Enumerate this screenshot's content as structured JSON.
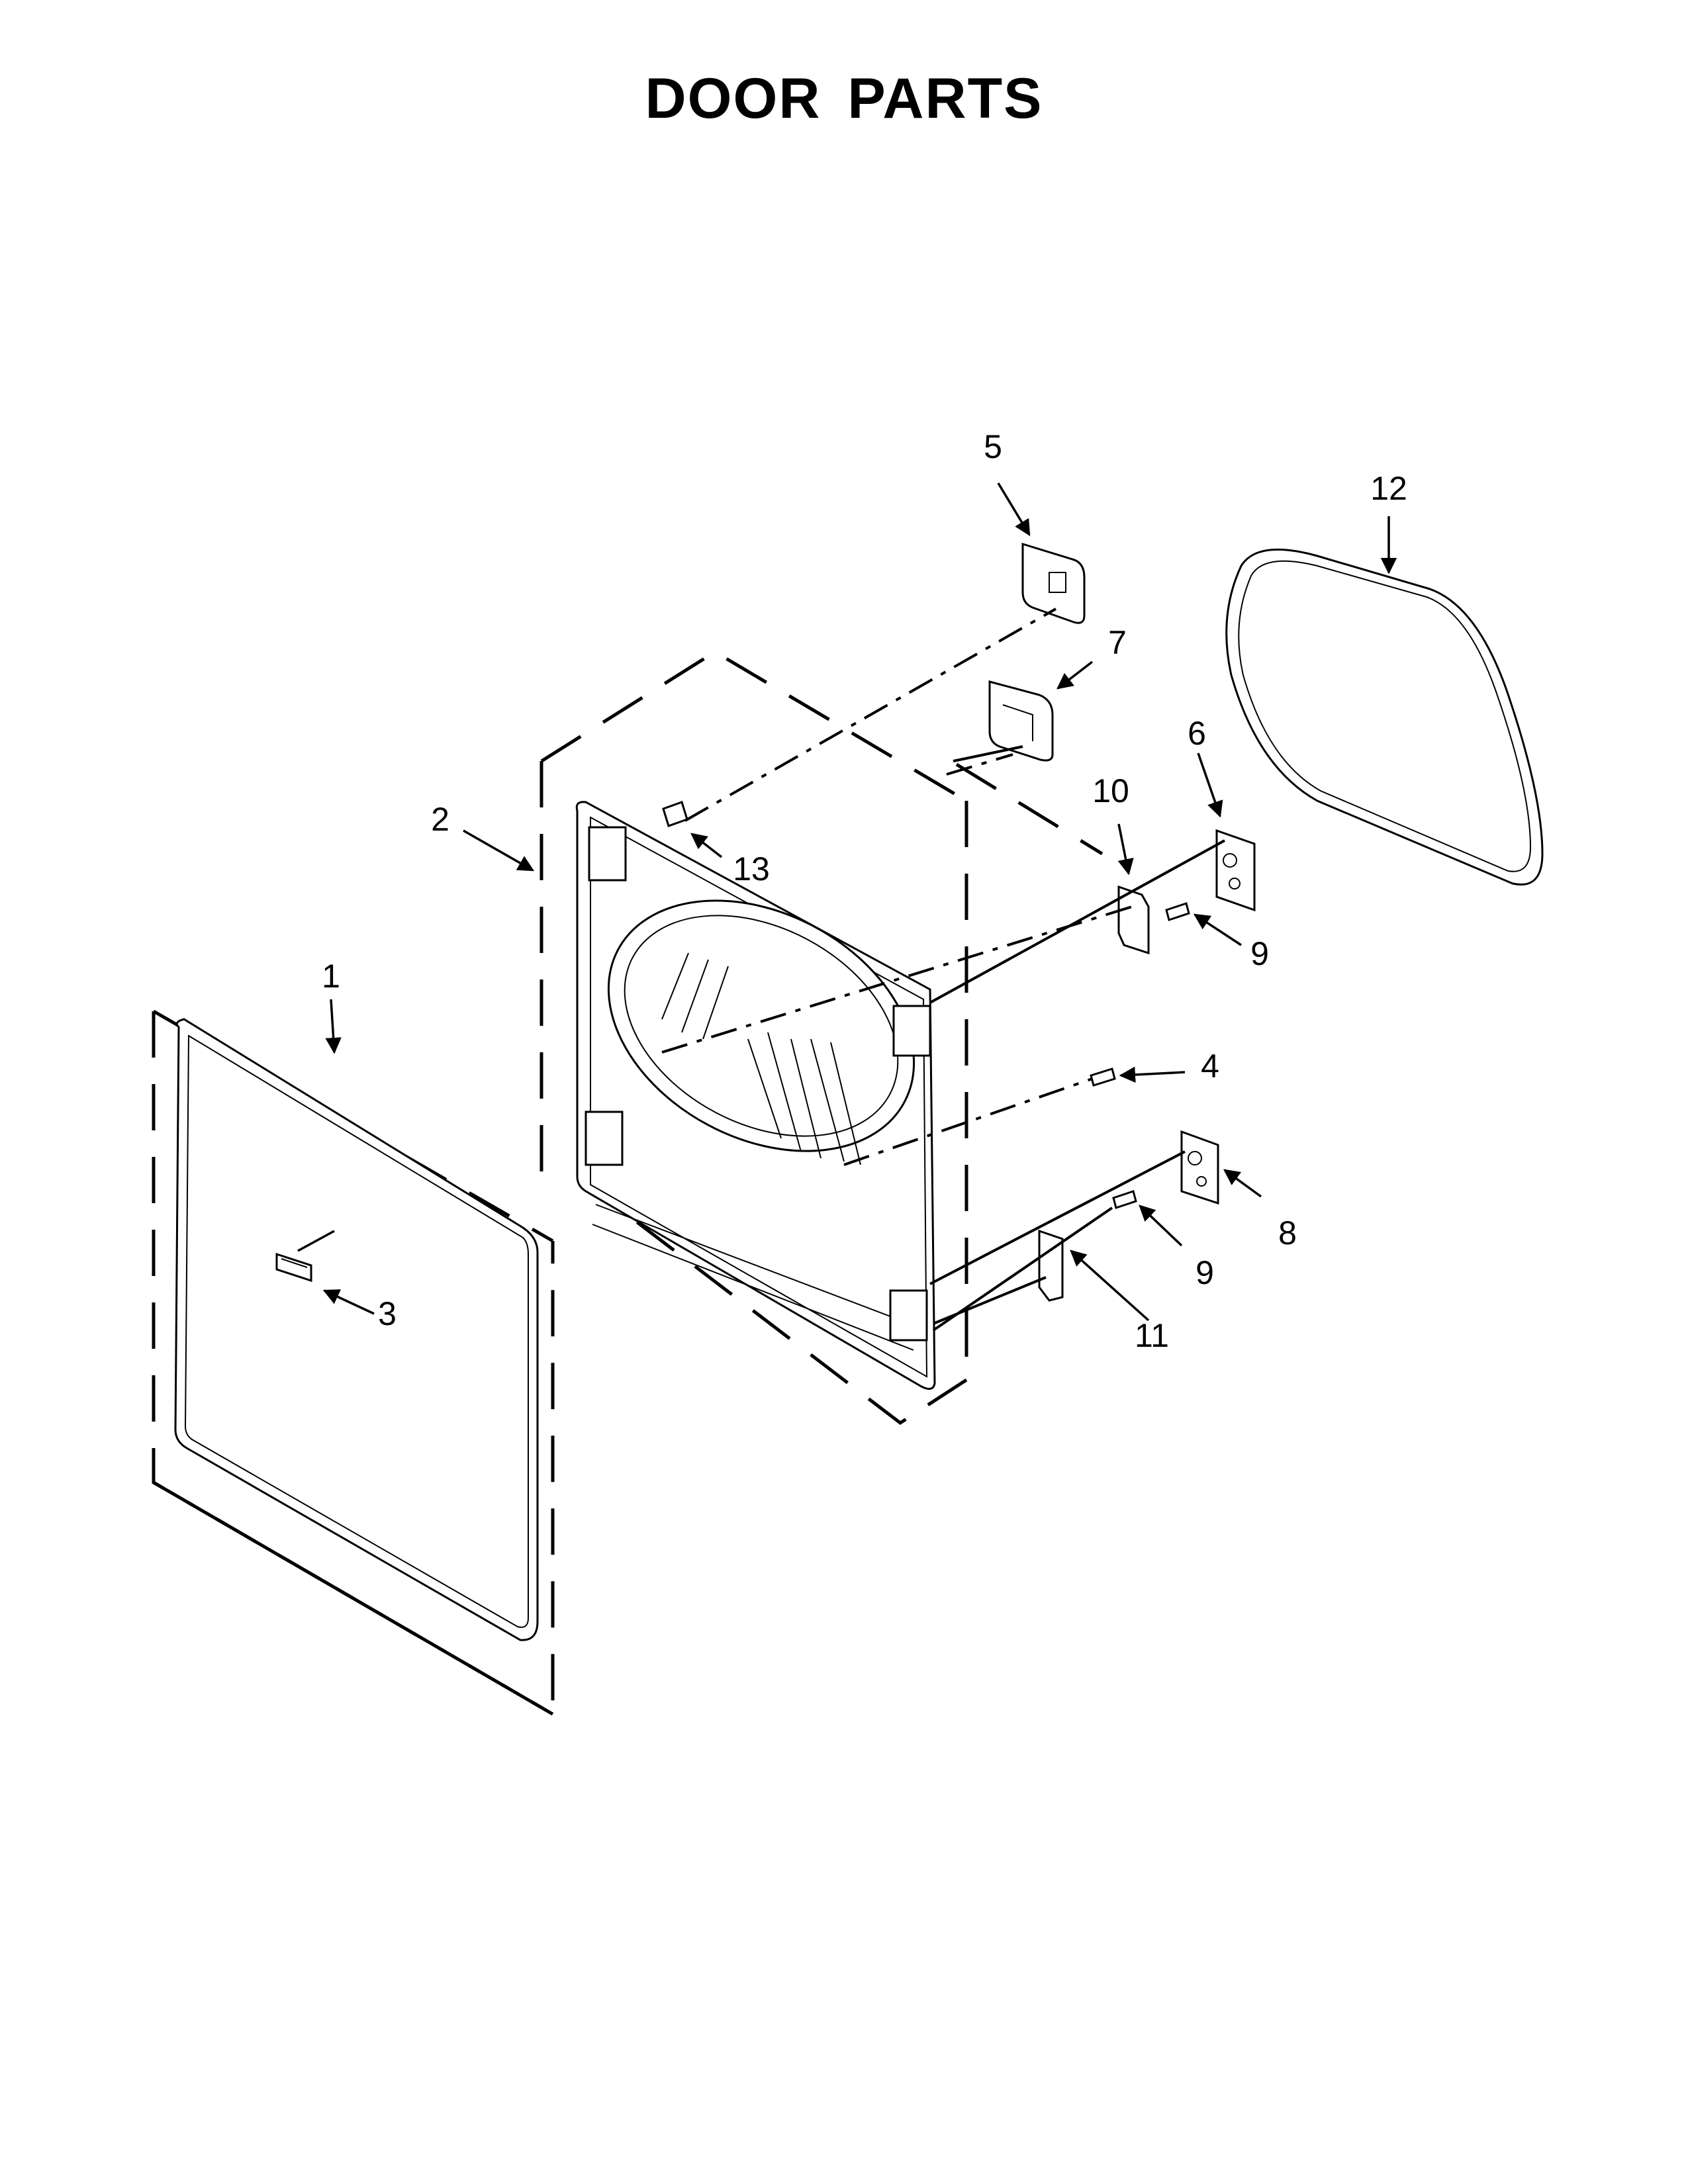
{
  "title": "DOOR PARTS",
  "callouts": [
    "1",
    "2",
    "3",
    "4",
    "5",
    "6",
    "7",
    "8",
    "9",
    "9",
    "10",
    "11",
    "12",
    "13"
  ]
}
